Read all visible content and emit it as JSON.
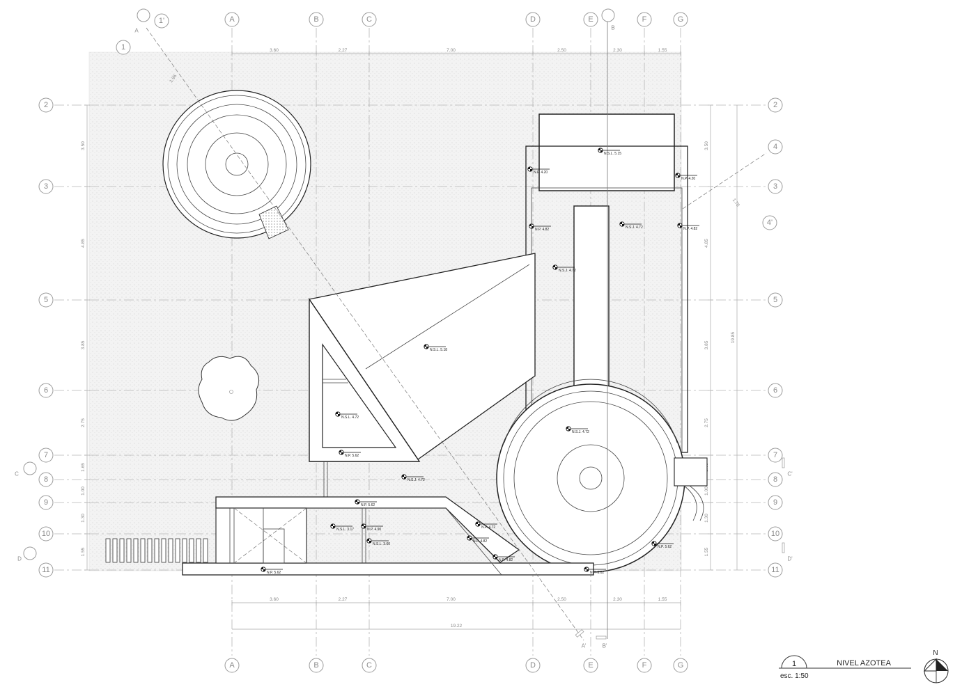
{
  "grid_columns": [
    "A",
    "B",
    "C",
    "D",
    "E",
    "F",
    "G"
  ],
  "grid_rows": [
    "1",
    "2",
    "3",
    "4",
    "4'",
    "5",
    "6",
    "7",
    "8",
    "9",
    "10",
    "11"
  ],
  "extra_axis": {
    "one_prime": "1'"
  },
  "top_dimensions": [
    "3.60",
    "2.27",
    "7.00",
    "2.50",
    "2.30",
    "1.55"
  ],
  "bottom_dimensions": [
    "3.60",
    "2.27",
    "7.00",
    "2.50",
    "2.30",
    "1.55"
  ],
  "total_dimension": "19.22",
  "left_dimensions": [
    "3.50",
    "4.85",
    "3.85",
    "2.75",
    "1.65",
    "1.00",
    "1.30",
    "1.55"
  ],
  "right_dimensions": [
    "3.50",
    "4.85",
    "3.85",
    "2.75",
    "1.65",
    "1.00",
    "1.30",
    "1.55"
  ],
  "right_total": "19.85",
  "diag_dims": {
    "d1": "1.96",
    "d2": "1.78"
  },
  "section_marks": {
    "A": "A",
    "Ap": "A'",
    "B": "B",
    "Bp": "B'",
    "C": "C",
    "Cp": "C'",
    "D": "D",
    "Dp": "D'"
  },
  "levels": [
    {
      "id": "nsl-515",
      "text": "N.S.L. 5.15"
    },
    {
      "id": "np-420-l",
      "text": "N.P. 4.20"
    },
    {
      "id": "np-420-r",
      "text": "N.P. 4.20"
    },
    {
      "id": "np-482-l",
      "text": "N.P. 4.82"
    },
    {
      "id": "nsj-472-a",
      "text": "N.S.J. 4.72"
    },
    {
      "id": "np-482-r",
      "text": "N.P. 4.82"
    },
    {
      "id": "nsj-472-b",
      "text": "N.S.J. 4.72"
    },
    {
      "id": "nsl-518",
      "text": "N.S.L. 5.18"
    },
    {
      "id": "nsl-472",
      "text": "N.S.L. 4.72"
    },
    {
      "id": "nsj-472-c",
      "text": "N.S.J. 4.72"
    },
    {
      "id": "np-562-a",
      "text": "N.P. 5.62"
    },
    {
      "id": "nsj-472-d",
      "text": "N.S.J. 4.72"
    },
    {
      "id": "np-562-b",
      "text": "N.P. 5.62"
    },
    {
      "id": "nsl-317",
      "text": "N.S.L. 3.17"
    },
    {
      "id": "np-490",
      "text": "N.P. 4.90"
    },
    {
      "id": "nsl-360",
      "text": "N.S.L. 3.60"
    },
    {
      "id": "np-472",
      "text": "N.P. 4.72"
    },
    {
      "id": "np-482-b",
      "text": "N.P. 4.82"
    },
    {
      "id": "np-482-c",
      "text": "N.P. 4.82"
    },
    {
      "id": "np-562-c",
      "text": "N.P. 5.62"
    },
    {
      "id": "np-562-d",
      "text": "N.P. 5.62"
    },
    {
      "id": "np-562-e",
      "text": "N.P. 5.62"
    }
  ],
  "title_block": {
    "number": "1",
    "title": "NIVEL AZOTEA",
    "scale": "esc. 1:50",
    "north": "N"
  },
  "colors": {
    "line": "#222222",
    "grid": "#b5b5b5",
    "fill": "#eeeeee"
  }
}
